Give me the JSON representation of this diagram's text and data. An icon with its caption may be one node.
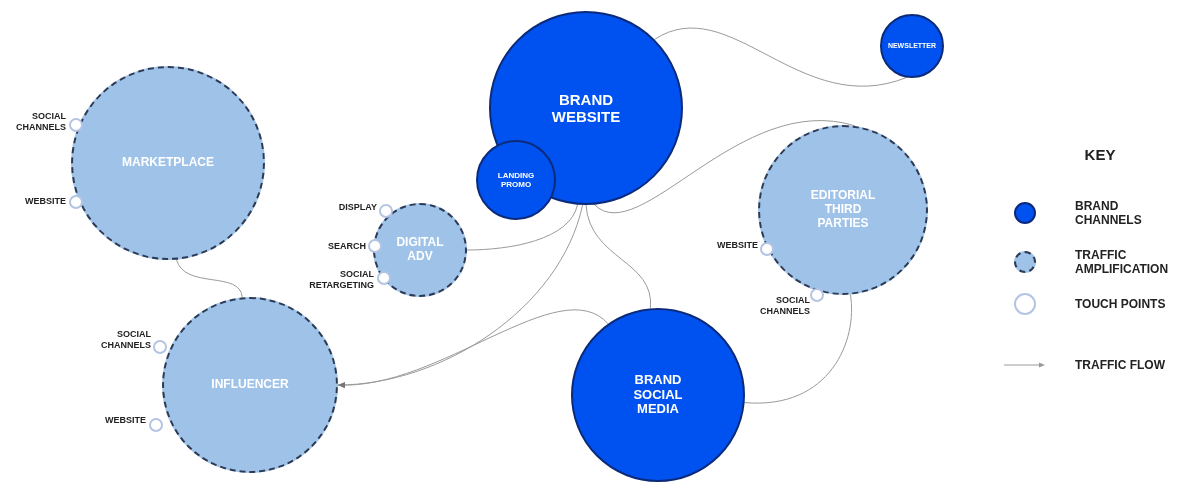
{
  "diagram": {
    "nodes": [
      {
        "text": [
          "BRAND WEBSITE"
        ]
      },
      {
        "text": [
          "LANDING PROMO"
        ]
      },
      {
        "text": [
          "NEWSLETTER"
        ]
      },
      {
        "text": [
          "MARKETPLACE"
        ],
        "beside": [
          "SOCIAL CHANNELS",
          "WEBSITE"
        ]
      },
      {
        "text": [
          "DIGITAL ADV"
        ],
        "beside": [
          "DISPLAY",
          "SEARCH",
          "SOCIAL RETARGETING"
        ]
      },
      {
        "text": [
          "EDITORIAL THIRD PARTIES"
        ],
        "beside": [
          "WEBSITE",
          "SOCIAL CHANNELS"
        ]
      },
      {
        "text": [
          "INFLUENCER"
        ],
        "beside": [
          "SOCIAL CHANNELS",
          "WEBSITE"
        ]
      },
      {
        "text": [
          "BRAND SOCIAL MEDIA"
        ]
      }
    ],
    "edges": [
      {
        "from": 0,
        "to": 2,
        "arrow": "none"
      },
      {
        "from": 0,
        "to": 5,
        "arrow": "none"
      },
      {
        "from": 0,
        "to": 4,
        "arrow": "none"
      },
      {
        "from": 0,
        "to": 7,
        "arrow": "none"
      },
      {
        "from": 0,
        "to": 6,
        "arrow": "to"
      },
      {
        "from": 7,
        "to": 6,
        "arrow": "to"
      },
      {
        "from": 3,
        "to": 6,
        "arrow": "none"
      },
      {
        "from": 7,
        "to": 5,
        "arrow": "none"
      }
    ],
    "labels": [
      "KEY"
    ],
    "legend": [
      {
        "text": "BRAND CHANNELS",
        "color": "#0052f0"
      },
      {
        "text": "TRAFFIC AMPLIFICATION",
        "color": "#9fc2e8"
      },
      {
        "text": "TOUCH POINTS"
      },
      {
        "text": "TRAFFIC FLOW"
      }
    ]
  }
}
